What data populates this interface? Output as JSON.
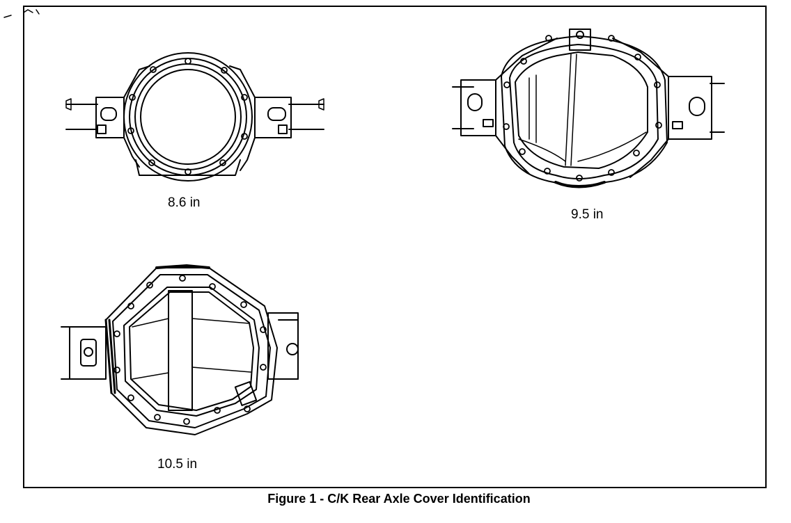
{
  "figure": {
    "caption": "Figure 1 - C/K Rear Axle Cover Identification",
    "labels": {
      "axle_86": "8.6 in",
      "axle_95": "9.5 in",
      "axle_105": "10.5 in"
    }
  },
  "colors": {
    "ink": "#000000",
    "paper": "#ffffff"
  }
}
